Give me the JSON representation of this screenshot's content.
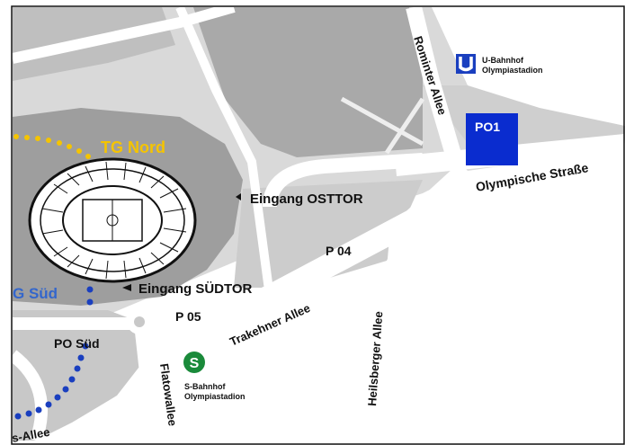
{
  "map": {
    "colors": {
      "background": "#ffffff",
      "area_light": "#d9d9d9",
      "area_mid": "#bfbfbf",
      "area_dark": "#9e9e9e",
      "road": "#ffffff",
      "accent_yellow": "#f5c400",
      "accent_blue": "#0033cc",
      "parking_box": "#0a2ccf"
    },
    "ubahn": {
      "icon": "u-bahn-icon",
      "line1": "U-Bahnhof",
      "line2": "Olympiastadion"
    },
    "sbahn": {
      "icon": "s-bahn-icon",
      "line1": "S-Bahnhof",
      "line2": "Olympiastadion"
    },
    "parking_po1": "PO1",
    "streets": {
      "rominter": "Rominter Allee",
      "olympische": "Olympische Straße",
      "trakehner": "Trakehner Allee",
      "heilsberger": "Heilsberger Allee",
      "flatow": "Flatowallee",
      "allee_partial": "s-Allee"
    },
    "entrances": {
      "osttor": "Eingang OSTTOR",
      "suedtor": "Eingang SÜDTOR"
    },
    "parking": {
      "p04": "P 04",
      "p05": "P 05",
      "po_sued": "PO Süd"
    },
    "routes": {
      "tg_nord": "TG Nord",
      "tg_sued": "G Süd"
    }
  }
}
